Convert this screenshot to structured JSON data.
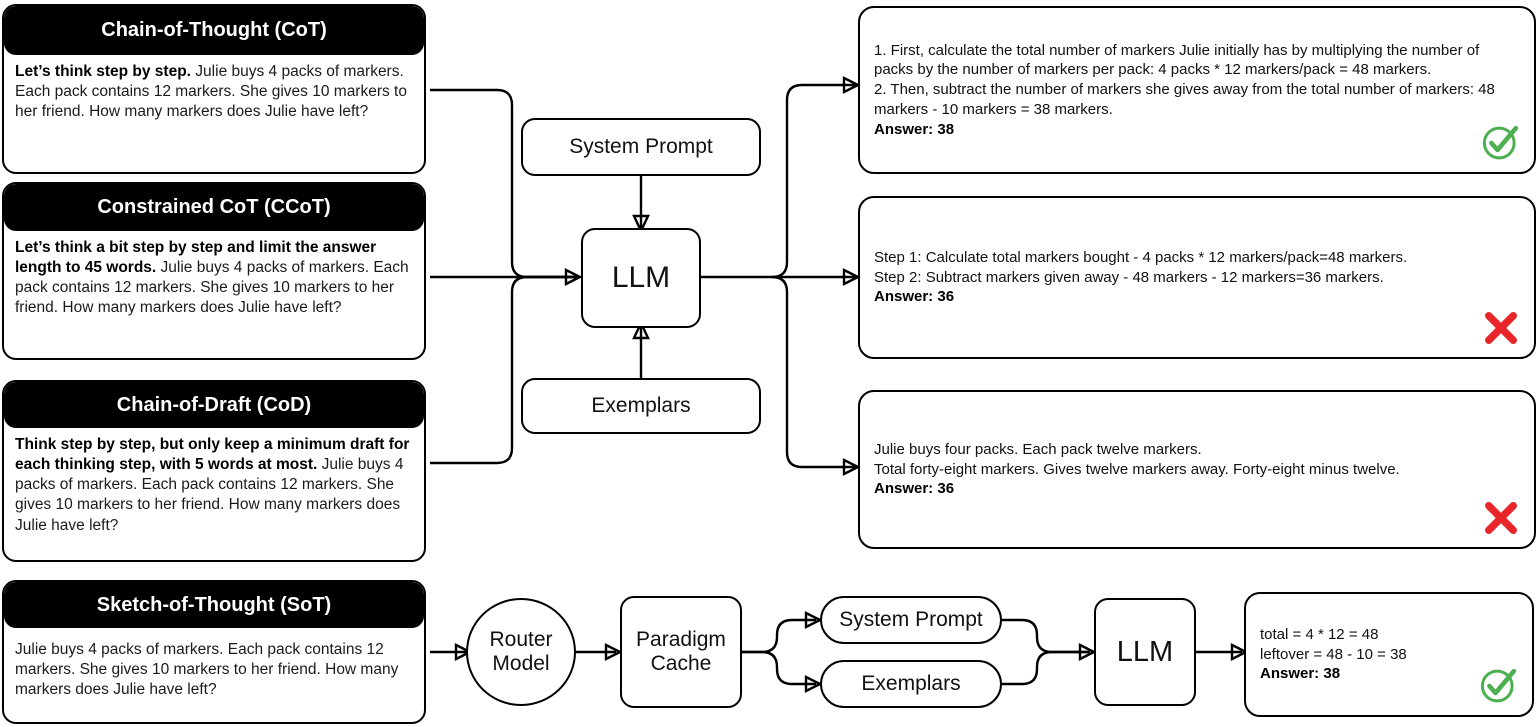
{
  "figure": {
    "type": "pipeline-diagram",
    "description": "Comparison of prompting paradigms (CoT, CCoT, CoD) feeding an LLM versus the Sketch-of-Thought router pipeline"
  },
  "prompt_cards": [
    {
      "id": "cot",
      "title": "Chain-of-Thought (CoT)",
      "instruction": "Let’s think step by step.",
      "question": " Julie buys 4 packs of markers. Each pack contains 12 markers. She gives 10 markers to her friend. How many markers does Julie have left?"
    },
    {
      "id": "ccot",
      "title": "Constrained CoT (CCoT)",
      "instruction": "Let’s think a bit step by step and limit the answer length to 45 words.",
      "question": " Julie buys 4 packs of markers. Each pack contains 12 markers. She gives 10 markers to her friend. How many markers does Julie have left?"
    },
    {
      "id": "cod",
      "title": "Chain-of-Draft (CoD)",
      "instruction": "Think step by step, but only keep a minimum draft for each thinking step, with 5 words at most.",
      "question": " Julie buys 4 packs of markers. Each pack contains 12 markers. She gives 10 markers to her friend. How many markers does Julie have left?"
    },
    {
      "id": "sot",
      "title": "Sketch-of-Thought (SoT)",
      "instruction": "",
      "question": "Julie buys 4 packs of markers. Each pack contains 12 markers. She gives 10 markers to her friend. How many markers does Julie have left?"
    }
  ],
  "pipeline_top": {
    "system_prompt": "System Prompt",
    "llm": "LLM",
    "exemplars": "Exemplars"
  },
  "pipeline_bottom": {
    "router_model": "Router\nModel",
    "router_model_line1": "Router",
    "router_model_line2": "Model",
    "paradigm_cache_line1": "Paradigm",
    "paradigm_cache_line2": "Cache",
    "system_prompt": "System Prompt",
    "exemplars": "Exemplars",
    "llm": "LLM"
  },
  "outputs": [
    {
      "id": "out-cot",
      "lines": [
        "1. First, calculate the total number of markers Julie initially has by multiplying the number of packs by the number of markers per pack: 4 packs * 12 markers/pack = 48 markers.",
        "2. Then, subtract the number of markers she gives away from the total number of markers: 48 markers - 10 markers = 38 markers."
      ],
      "answer_label": "Answer:",
      "answer_value": "38",
      "verdict": "correct"
    },
    {
      "id": "out-ccot",
      "lines": [
        "Step 1: Calculate total markers bought - 4 packs * 12 markers/pack=48 markers.",
        "Step 2: Subtract markers given away - 48 markers - 12 markers=36 markers."
      ],
      "answer_label": "Answer:",
      "answer_value": "36",
      "verdict": "incorrect"
    },
    {
      "id": "out-cod",
      "lines": [
        "Julie buys four packs. Each pack twelve markers.",
        "Total forty-eight markers. Gives twelve markers away. Forty-eight minus twelve."
      ],
      "answer_label": "Answer:",
      "answer_value": "36",
      "verdict": "incorrect"
    },
    {
      "id": "out-sot",
      "lines": [
        "total = 4 * 12 = 48",
        "leftover = 48 - 10 = 38"
      ],
      "answer_label": "Answer:",
      "answer_value": "38",
      "verdict": "correct"
    }
  ],
  "icons": {
    "correct": "check-circle-icon",
    "incorrect": "cross-icon"
  },
  "colors": {
    "header_bg": "#000000",
    "header_text": "#ffffff",
    "border": "#000000",
    "page_bg": "#ffffff",
    "correct_green": "#4caf50",
    "incorrect_red": "#e8262a",
    "body_text": "#111111"
  }
}
